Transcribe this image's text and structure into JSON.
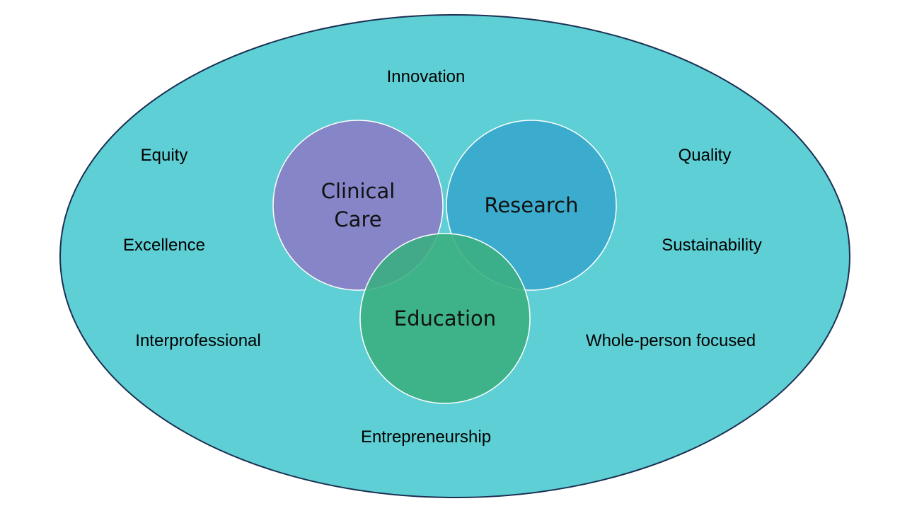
{
  "colors": {
    "background": "#ffffff",
    "outer_ellipse_fill": "#5ecfd4",
    "outer_ellipse_stroke": "#1b2f52",
    "circle_stroke": "#ffffff",
    "clinical_care_fill": "#8585c8",
    "research_fill": "#3bacce",
    "education_fill": "#3aaf7f"
  },
  "values": {
    "innovation": "Innovation",
    "equity": "Equity",
    "quality": "Quality",
    "excellence": "Excellence",
    "sustainability": "Sustainability",
    "interprofessional": "Interprofessional",
    "whole_person_focused": "Whole-person focused",
    "entrepreneurship": "Entrepreneurship"
  },
  "pillars": {
    "clinical_care_line1": "Clinical",
    "clinical_care_line2": "Care",
    "research": "Research",
    "education": "Education"
  }
}
